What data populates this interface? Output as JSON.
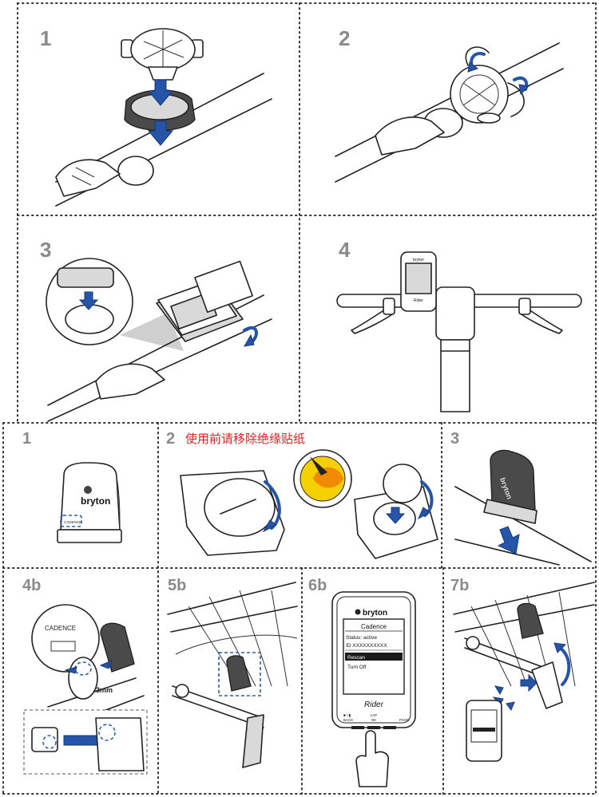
{
  "panels": {
    "p1": {
      "number": "1"
    },
    "p2": {
      "number": "2"
    },
    "p3": {
      "number": "3"
    },
    "p4": {
      "number": "4",
      "device_brand": "bryton",
      "device_model": "Rider"
    },
    "s1": {
      "number": "1",
      "sensor_brand": "bryton",
      "sensor_label": "CADENCE"
    },
    "s2": {
      "number": "2",
      "caption": "使用前请移除绝缘贴纸"
    },
    "s3": {
      "number": "3",
      "sensor_brand": "bryton"
    },
    "s4b": {
      "number": "4b",
      "callout_label": "CADENCE",
      "gap_label": "3mm"
    },
    "s5b": {
      "number": "5b"
    },
    "s6b": {
      "number": "6b",
      "brand": "bryton",
      "screen_title": "Cadence",
      "screen_status": "Status: active",
      "screen_id": "ID XXXXXXXXXX",
      "menu_selected": "Rescan",
      "menu_item": "Turn Off",
      "model": "Rider",
      "btn_back_top": "■ / ▮",
      "btn_back": "BACK",
      "btn_ok_top": "LAP",
      "btn_ok": "OK",
      "btn_page": "PAGE"
    },
    "s7b": {
      "number": "7b"
    }
  },
  "colors": {
    "accent_blue": "#2654a8",
    "caption_red": "#e02020",
    "panel_number_gray": "#8a8a8a",
    "sticker_yellow": "#f5d000",
    "sticker_orange": "#f08a00"
  }
}
